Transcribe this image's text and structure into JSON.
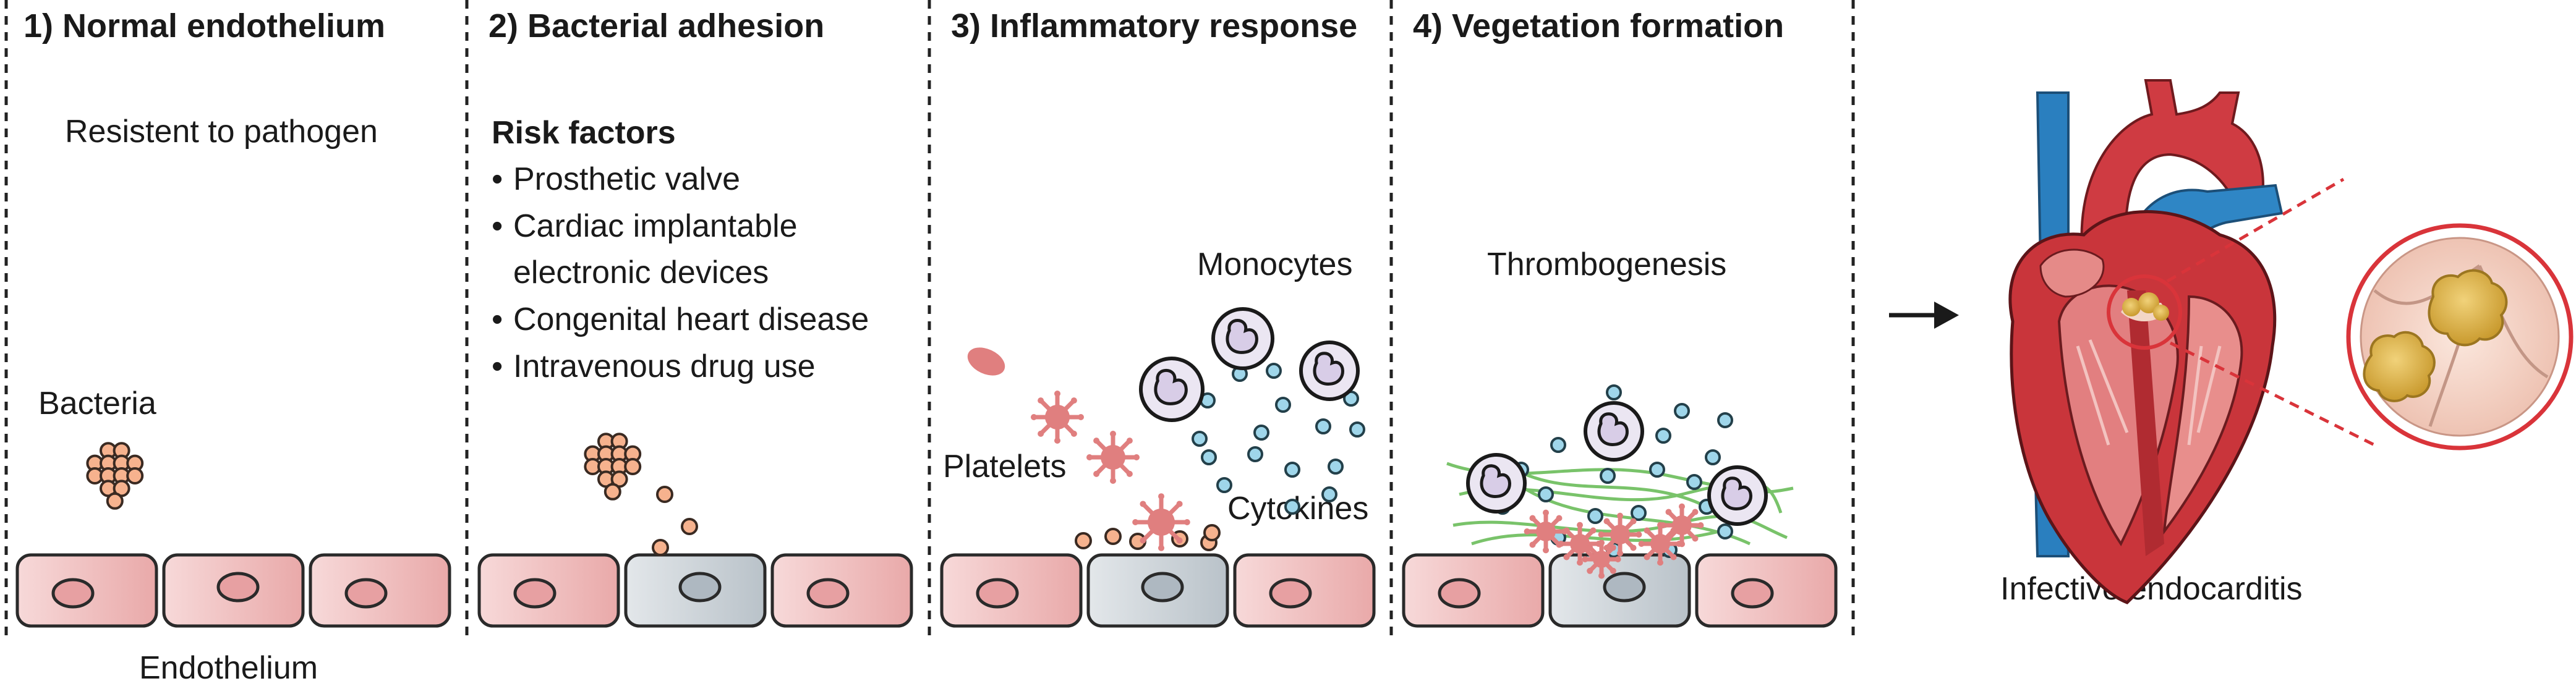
{
  "panels": [
    {
      "title": "1) Normal endothelium",
      "subtitle": "Resistent to pathogen",
      "label": "Bacteria"
    },
    {
      "title": "2) Bacterial adhesion",
      "risk_heading": "Risk factors",
      "risk_items": [
        "Prosthetic valve",
        "Cardiac implantable",
        "electronic devices",
        "Congenital heart disease",
        "Intravenous drug use"
      ]
    },
    {
      "title": "3) Inflammatory response",
      "monocytes": "Monocytes",
      "platelets": "Platelets",
      "cytokines": "Cytokines"
    },
    {
      "title": "4) Vegetation formation",
      "thrombogenesis": "Thrombogenesis"
    }
  ],
  "bottom_label": "Endothelium",
  "result_label": "Infective endocarditis",
  "colors": {
    "endothelial_cell": "#f2c7c7",
    "activated_cell": "#cfd6dc",
    "bacteria": "#f6b28e",
    "platelet": "#e07f7f",
    "cytokine": "#9fd6ea",
    "fibrin": "#79c36a",
    "monocyte": "#ebe6f2",
    "heart_red": "#c9353b",
    "aorta_blue": "#2a7fbf",
    "vegetation": "#e2b84f",
    "zoom_circle": "#d9343a"
  }
}
